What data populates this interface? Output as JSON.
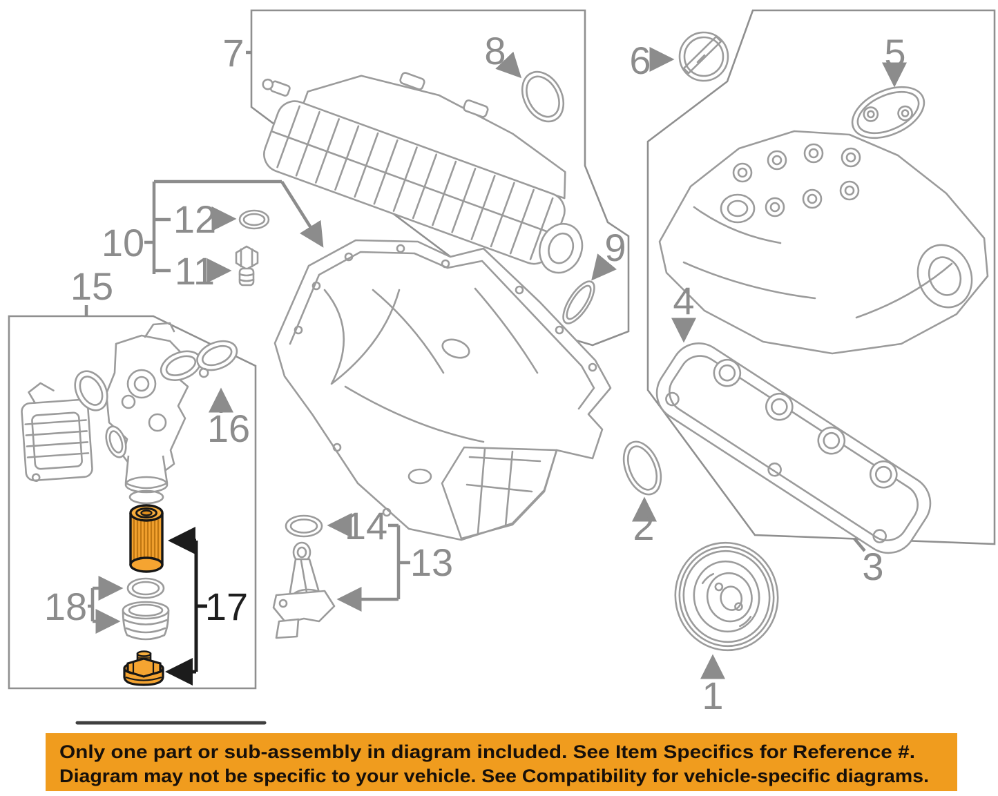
{
  "page": {
    "background": "#ffffff"
  },
  "diagram": {
    "line_color": "#9b9b9b",
    "panel_border_color": "#8f8f8f",
    "callout_color": "#8c8c8c",
    "highlight_callout_color": "#1e1e1e",
    "highlight_fill": "#F5A431",
    "highlight_fill_light": "#F7AD3C",
    "highlight_stripe": "#C07712",
    "highlight_stroke": "#161616",
    "callouts": [
      {
        "label": "1"
      },
      {
        "label": "2"
      },
      {
        "label": "3"
      },
      {
        "label": "4"
      },
      {
        "label": "5"
      },
      {
        "label": "6"
      },
      {
        "label": "7"
      },
      {
        "label": "8"
      },
      {
        "label": "9"
      },
      {
        "label": "10"
      },
      {
        "label": "11"
      },
      {
        "label": "12"
      },
      {
        "label": "13"
      },
      {
        "label": "14"
      },
      {
        "label": "15"
      },
      {
        "label": "16"
      },
      {
        "label": "17"
      },
      {
        "label": "18"
      }
    ],
    "highlighted_parts": [
      "oil-filter-element",
      "oil-filter-drain-plug"
    ]
  },
  "banner": {
    "background": "#F09C1E",
    "text_color": "#17100a",
    "line1": "Only one part or sub-assembly in diagram included. See Item Specifics for Reference #.",
    "line2": "Diagram may not be specific to your vehicle. See Compatibility for vehicle-specific diagrams."
  }
}
